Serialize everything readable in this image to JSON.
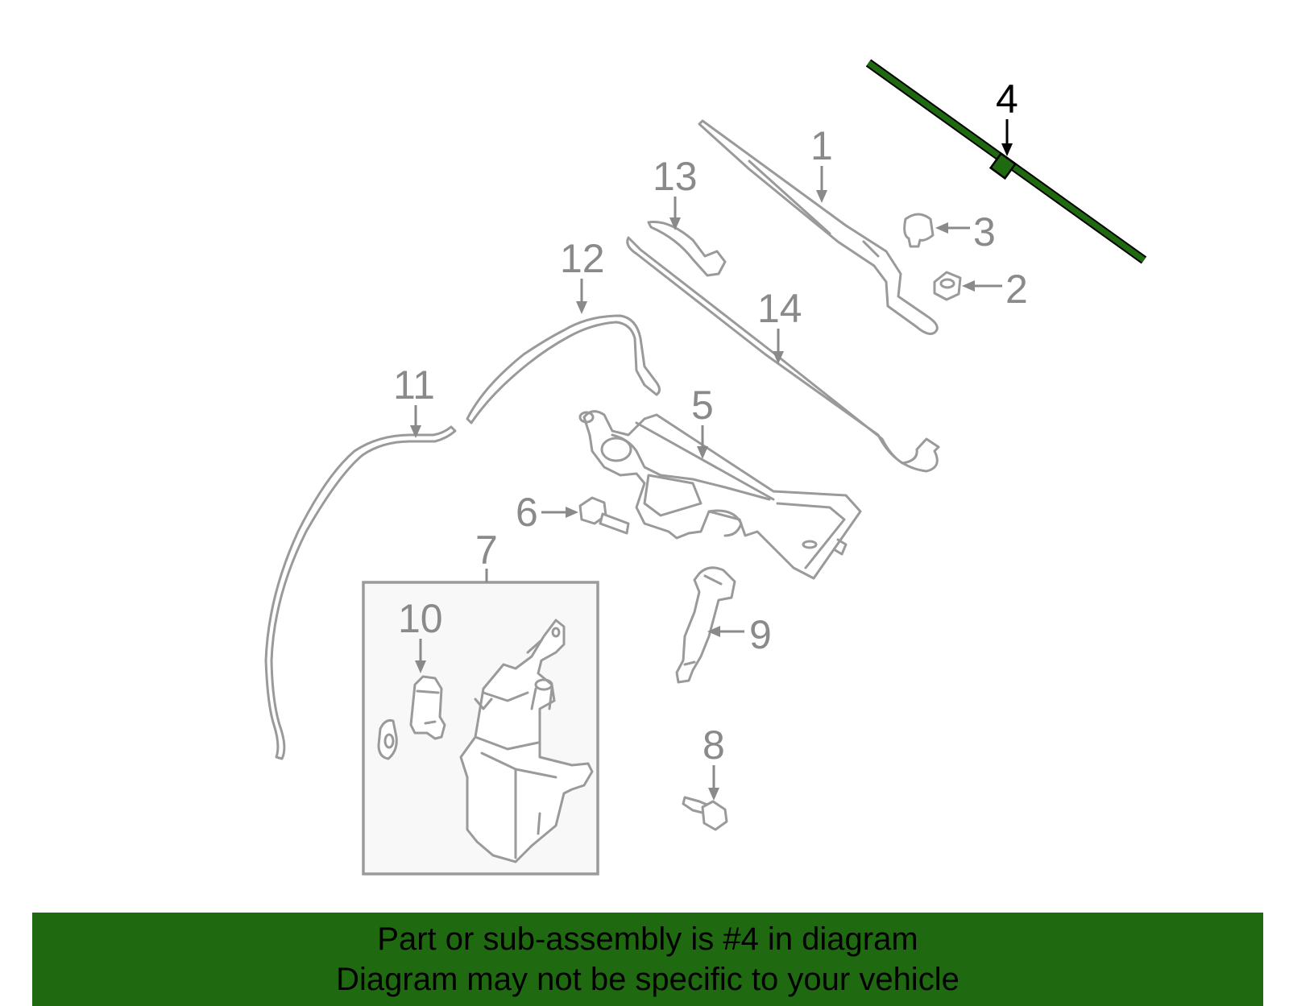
{
  "diagram": {
    "highlight_color": "#1f6a10",
    "highlighted_part": "4",
    "callouts": {
      "c1": "1",
      "c2": "2",
      "c3": "3",
      "c4": "4",
      "c5": "5",
      "c6": "6",
      "c7": "7",
      "c8": "8",
      "c9": "9",
      "c10": "10",
      "c11": "11",
      "c12": "12",
      "c13": "13",
      "c14": "14"
    }
  },
  "banner": {
    "line1": "Part or sub-assembly is #4 in diagram",
    "line2": "Diagram may not be specific to your vehicle",
    "background": "#1f6a10"
  }
}
